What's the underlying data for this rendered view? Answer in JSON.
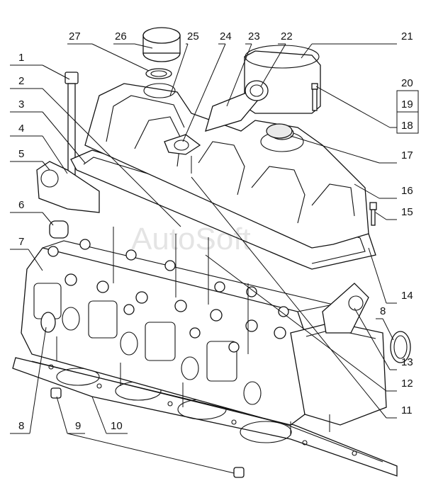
{
  "watermark": "AutoSoft",
  "labels": [
    {
      "id": "1",
      "text": "1"
    },
    {
      "id": "2",
      "text": "2"
    },
    {
      "id": "3",
      "text": "3"
    },
    {
      "id": "4",
      "text": "4"
    },
    {
      "id": "5",
      "text": "5"
    },
    {
      "id": "6",
      "text": "6"
    },
    {
      "id": "7",
      "text": "7"
    },
    {
      "id": "8a",
      "text": "8"
    },
    {
      "id": "8b",
      "text": "8"
    },
    {
      "id": "9",
      "text": "9"
    },
    {
      "id": "10",
      "text": "10"
    },
    {
      "id": "11",
      "text": "11"
    },
    {
      "id": "12",
      "text": "12"
    },
    {
      "id": "13",
      "text": "13"
    },
    {
      "id": "14",
      "text": "14"
    },
    {
      "id": "15",
      "text": "15"
    },
    {
      "id": "16",
      "text": "16"
    },
    {
      "id": "17",
      "text": "17"
    },
    {
      "id": "18",
      "text": "18"
    },
    {
      "id": "19",
      "text": "19"
    },
    {
      "id": "20",
      "text": "20"
    },
    {
      "id": "21",
      "text": "21"
    },
    {
      "id": "22",
      "text": "22"
    },
    {
      "id": "23",
      "text": "23"
    },
    {
      "id": "24",
      "text": "24"
    },
    {
      "id": "25",
      "text": "25"
    },
    {
      "id": "26",
      "text": "26"
    },
    {
      "id": "27",
      "text": "27"
    }
  ]
}
